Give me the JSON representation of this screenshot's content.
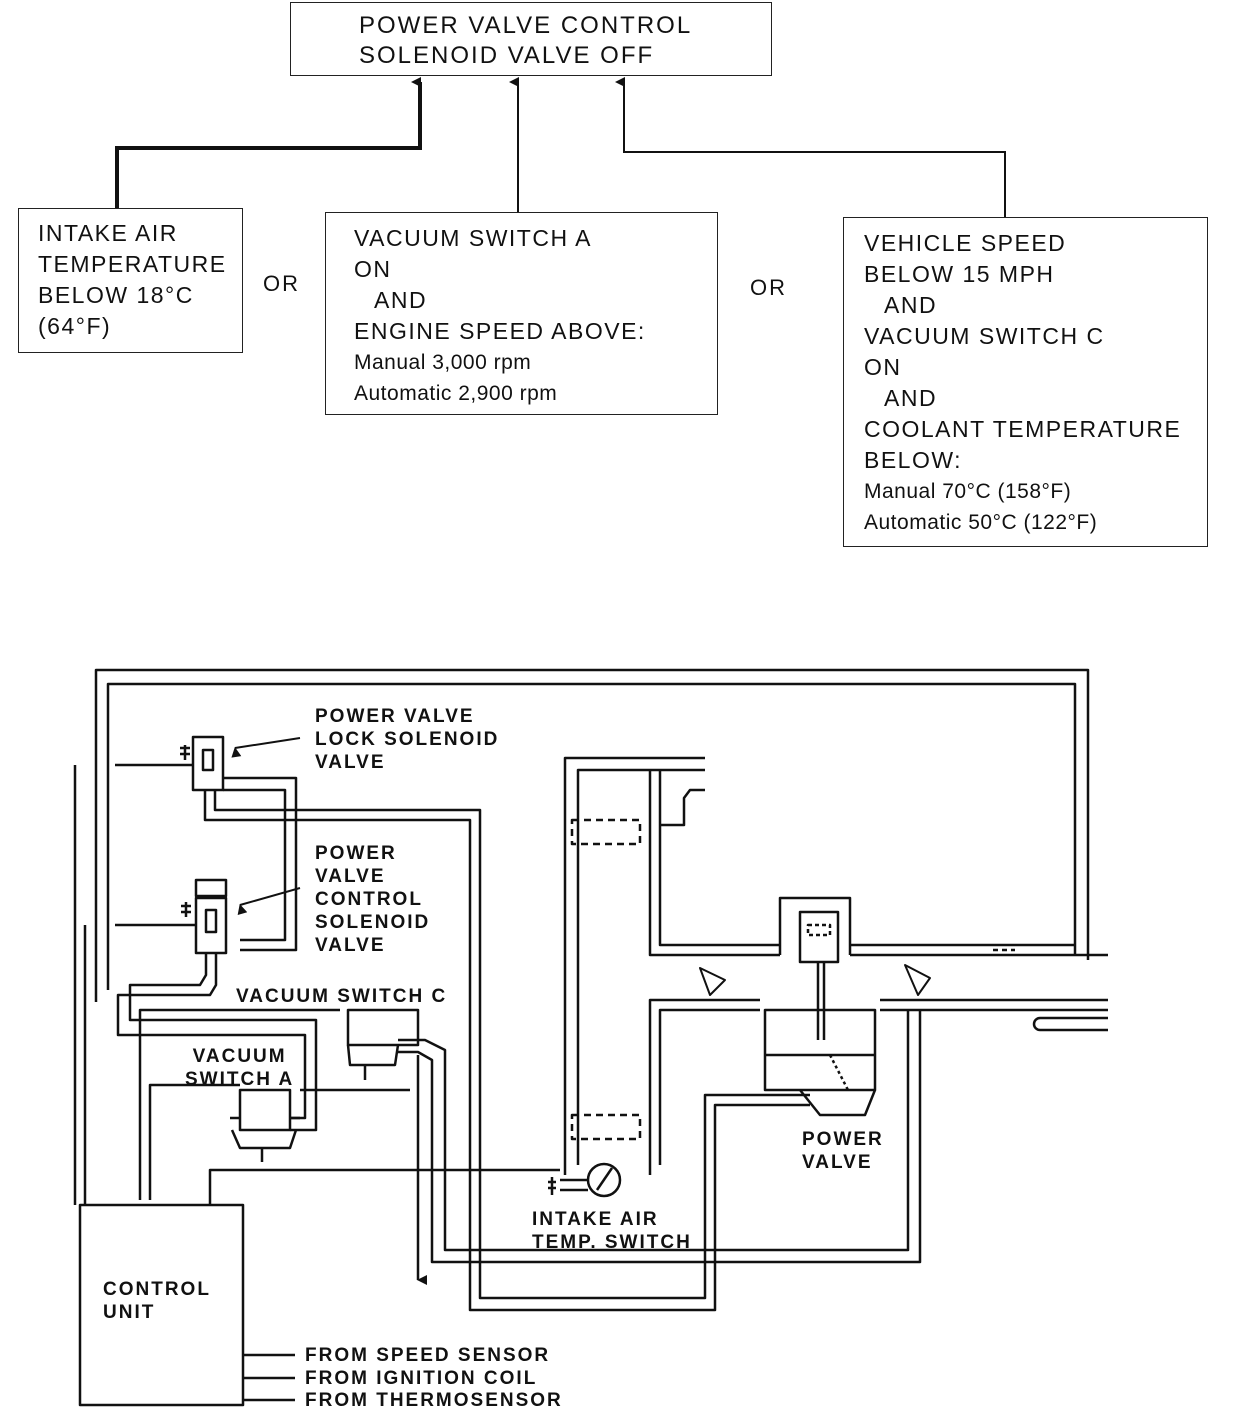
{
  "flowchart": {
    "result": {
      "line1": "POWER VALVE CONTROL",
      "line2": "SOLENOID VALVE OFF"
    },
    "condition_intake": [
      "INTAKE AIR",
      "TEMPERATURE",
      "BELOW 18°C",
      "(64°F)"
    ],
    "condition_vacuum_a": {
      "line1": "VACUUM SWITCH A",
      "line2": "ON",
      "line3": "AND",
      "line4": "ENGINE SPEED ABOVE:",
      "line5": "Manual 3,000 rpm",
      "line6": "Automatic 2,900 rpm"
    },
    "condition_vehicle": {
      "line1": "VEHICLE SPEED",
      "line2": "BELOW 15 MPH",
      "line3": "AND",
      "line4": "VACUUM SWITCH C",
      "line5": "ON",
      "line6": "AND",
      "line7": "COOLANT TEMPERATURE",
      "line8": "BELOW:",
      "line9": "Manual 70°C (158°F)",
      "line10": "Automatic 50°C (122°F)"
    },
    "or_1": "OR",
    "or_2": "OR"
  },
  "schematic": {
    "lock_solenoid": [
      "POWER VALVE",
      "LOCK SOLENOID",
      "VALVE"
    ],
    "control_solenoid": [
      "POWER",
      "VALVE",
      "CONTROL",
      "SOLENOID",
      "VALVE"
    ],
    "vacuum_switch_c": "VACUUM SWITCH C",
    "vacuum_switch_a": [
      "VACUUM",
      "SWITCH A"
    ],
    "power_valve": [
      "POWER",
      "VALVE"
    ],
    "intake_air_temp_switch": [
      "INTAKE AIR",
      "TEMP. SWITCH"
    ],
    "control_unit": [
      "CONTROL",
      "UNIT"
    ],
    "inputs": [
      "FROM SPEED SENSOR",
      "FROM IGNITION COIL",
      "FROM THERMOSENSOR"
    ]
  }
}
